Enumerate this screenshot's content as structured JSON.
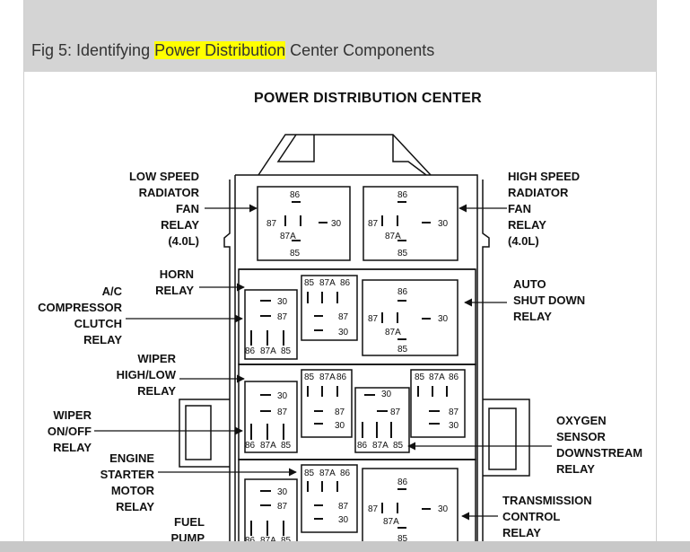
{
  "caption": {
    "prefix": "Fig 5: Identifying ",
    "highlight": "Power Distribution",
    "suffix": " Center Components"
  },
  "diagram": {
    "title": "POWER DISTRIBUTION CENTER",
    "pin_labels": [
      "86",
      "87",
      "87A",
      "30",
      "85"
    ],
    "labels": {
      "low_speed": [
        "LOW SPEED",
        "RADIATOR",
        "FAN",
        "RELAY",
        "(4.0L)"
      ],
      "high_speed": [
        "HIGH SPEED",
        "RADIATOR",
        "FAN",
        "RELAY",
        "(4.0L)"
      ],
      "horn": [
        "HORN",
        "RELAY"
      ],
      "ac_comp": [
        "A/C",
        "COMPRESSOR",
        "CLUTCH",
        "RELAY"
      ],
      "auto_shutdown": [
        "AUTO",
        "SHUT DOWN",
        "RELAY"
      ],
      "wiper_hl": [
        "WIPER",
        "HIGH/LOW",
        "RELAY"
      ],
      "wiper_onoff": [
        "WIPER",
        "ON/OFF",
        "RELAY"
      ],
      "oxygen": [
        "OXYGEN",
        "SENSOR",
        "DOWNSTREAM",
        "RELAY"
      ],
      "engine_starter": [
        "ENGINE",
        "STARTER",
        "MOTOR",
        "RELAY"
      ],
      "transmission": [
        "TRANSMISSION",
        "CONTROL",
        "RELAY"
      ],
      "fuel_pump": [
        "FUEL",
        "PUMP"
      ]
    }
  }
}
